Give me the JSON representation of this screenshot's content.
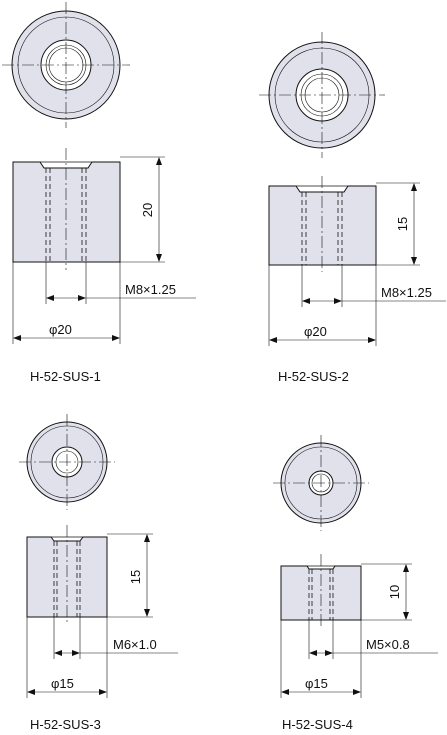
{
  "parts": [
    {
      "name": "H-52-SUS-1",
      "height": "20",
      "thread": "M8×1.25",
      "diameter": "φ20"
    },
    {
      "name": "H-52-SUS-2",
      "height": "15",
      "thread": "M8×1.25",
      "diameter": "φ20"
    },
    {
      "name": "H-52-SUS-3",
      "height": "15",
      "thread": "M6×1.0",
      "diameter": "φ15"
    },
    {
      "name": "H-52-SUS-4",
      "height": "10",
      "thread": "M5×0.8",
      "diameter": "φ15"
    }
  ]
}
